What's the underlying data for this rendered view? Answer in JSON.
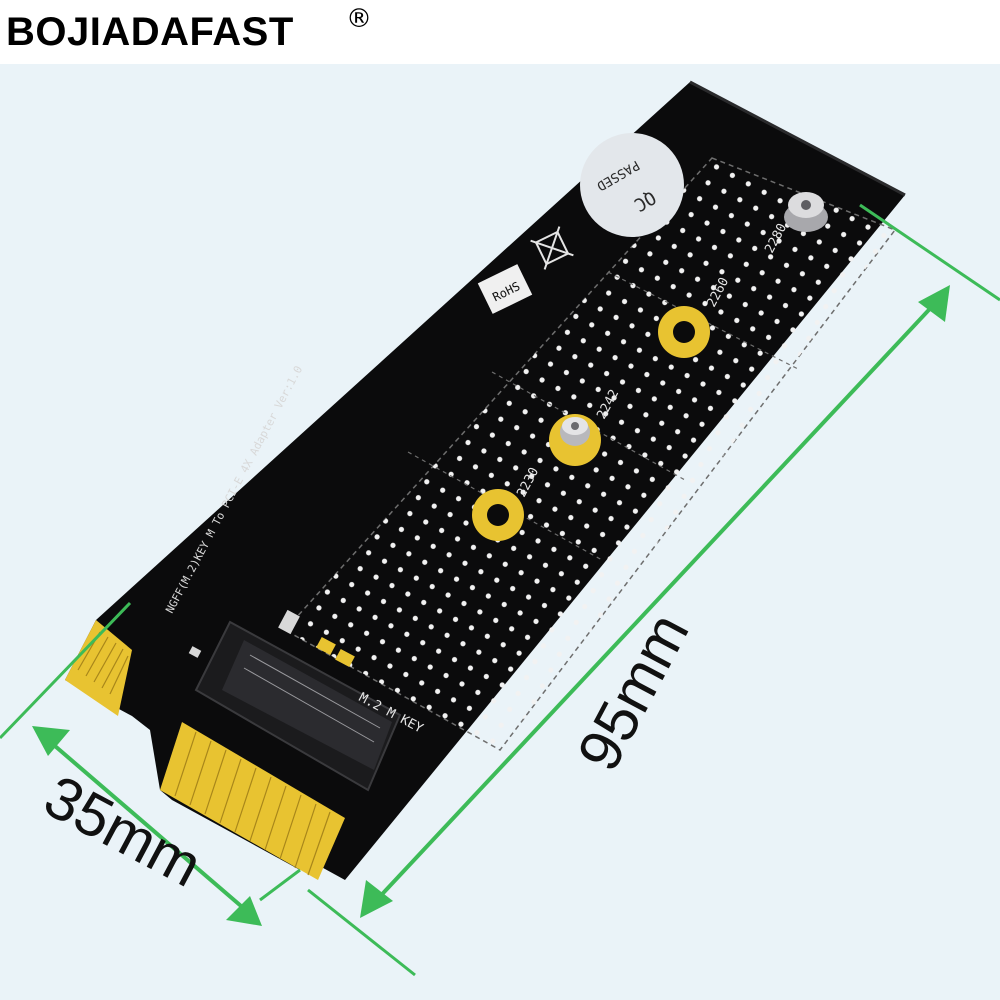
{
  "brand": {
    "name": "BOJIADAFAST",
    "mark": "®"
  },
  "dimensions": {
    "length": "95mm",
    "width": "35mm"
  },
  "board": {
    "silkscreen_title": "NGFF(M.2)KEY M To PCI-E 4X Adapter Ver:1.0",
    "connector_label": "M.2 M KEY",
    "mount_labels": [
      "2230",
      "2242",
      "2260",
      "2280"
    ],
    "sticker": {
      "line1": "QC",
      "line2": "PASSED"
    },
    "rohs": "RoHS"
  },
  "colors": {
    "pcb": "#0b0b0c",
    "gold": "#e8c331",
    "arrow": "#3dbb58",
    "backdrop": "#eaf3f8"
  }
}
